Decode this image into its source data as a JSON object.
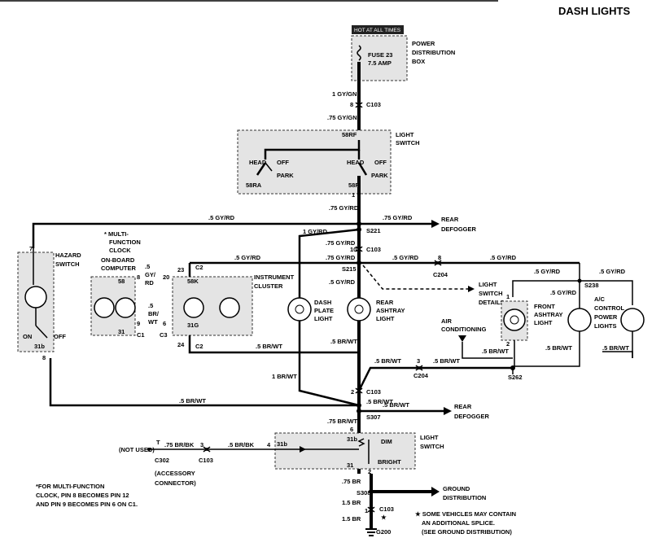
{
  "title": "DASH LIGHTS",
  "hot_label": "HOT AT ALL TIMES",
  "pdb": {
    "fuse": "FUSE 23",
    "amp": "7.5 AMP",
    "l1": "POWER",
    "l2": "DISTRIBUTION",
    "l3": "BOX"
  },
  "wire_1gygn": "1 GY/GN",
  "c103_top": {
    "pin": "8",
    "name": "C103"
  },
  "wire_75gygn": ".75 GY/GN",
  "light_switch_top": {
    "l1": "LIGHT",
    "l2": "SWITCH",
    "t58r": "58RF",
    "head1": "HEAD",
    "off1": "OFF",
    "park1": "PARK",
    "head2": "HEAD",
    "off2": "OFF",
    "park2": "PARK",
    "t58ra": "58RA",
    "t58r2": "58R",
    "pin1": "1"
  },
  "wires": {
    "w75gyrd_a": ".75 GY/RD",
    "w5gyrd_left": ".5 GY/RD",
    "w75gyrd_right": ".75 GY/RD",
    "w1gyrd": "1 GY/RD",
    "w75gyrd_b": ".75 GY/RD",
    "w75gyrd_c": ".75 GY/RD",
    "w5gyrd_ic": ".5 GY/RD",
    "w5gyrd_r1": ".5 GY/RD",
    "w5gyrd_r2": ".5 GY/RD",
    "w5gyrd_mid": ".5 GY/RD",
    "w5gyrd_fa": ".5 GY/RD",
    "w5gyrd_fa2": ".5 GY/RD",
    "w5gyrd_ac": ".5 GY/RD",
    "w5brwt_a": ".5 BR/WT",
    "w5brwt_b": ".5 BR/WT",
    "w5brwt_c": ".5 BR/WT",
    "w5brwt_d": ".5 BR/WT",
    "w5brwt_e": ".5 BR/WT",
    "w5brwt_f": ".5 BR/WT",
    "w1brwt": "1 BR/WT",
    "w5brwt_bot": ".5 BR/WT",
    "w5brwt_bot2": ".5 BR/WT",
    "w5brwt_rd": ".5 BR/WT",
    "w75brwt": ".75 BR/WT",
    "w75brbk": ".75 BR/BK",
    "w5brbk": ".5 BR/BK",
    "w75br": ".75 BR",
    "w15br_a": "1.5 BR",
    "w15br_b": "1.5 BR",
    "w5gyrd_cl": ".5",
    "w5gyrd_cl2": "GY/",
    "w5gyrd_cl3": "RD",
    "w5brwt_cl": ".5",
    "w5brwt_cl2": "BR/",
    "w5brwt_cl3": "WT"
  },
  "splices": {
    "s221": "S221",
    "s215": "S215",
    "s307": "S307",
    "s238": "S238",
    "s262": "S262",
    "s308": "S308"
  },
  "connectors": {
    "c103a": "C103",
    "c103a_pin": "10",
    "c204a": "C204",
    "c204a_pin": "8",
    "c204b": "C204",
    "c204b_pin": "3",
    "c103b": "C103",
    "c103b_pin": "2",
    "c2a": "C2",
    "c2b": "C2",
    "c1": "C1",
    "c3": "C3",
    "c103c": "C103",
    "c103c_pin": "3",
    "c302": "C302",
    "c302_pin": "T",
    "c103d": "C103",
    "c103d_pin": "1",
    "g200": "G200",
    "p23": "23",
    "p24": "24",
    "p8a": "8",
    "p9": "9",
    "p6": "6",
    "p20": "20",
    "p7": "7",
    "p8b": "8",
    "p4": "4",
    "p6b": "6",
    "p2": "2",
    "p1": "1",
    "p2b": "2"
  },
  "hazard": {
    "l1": "HAZARD",
    "l2": "SWITCH",
    "on": "ON",
    "off": "OFF",
    "t31b": "31b"
  },
  "clock": {
    "l1": "* MULTI-",
    "l2": "FUNCTION",
    "l3": "CLOCK",
    "l4": "ON-BOARD",
    "l5": "COMPUTER",
    "t58": "58",
    "t31": "31"
  },
  "cluster": {
    "l1": "INSTRUMENT",
    "l2": "CLUSTER",
    "t58": "58K",
    "t31": "31G"
  },
  "lamps": {
    "dash1": "DASH",
    "dash2": "PLATE",
    "dash3": "LIGHT",
    "rear1": "REAR",
    "rear2": "ASHTRAY",
    "rear3": "LIGHT",
    "front1": "FRONT",
    "front2": "ASHTRAY",
    "front3": "LIGHT",
    "ac1": "A/C",
    "ac2": "CONTROL",
    "ac3": "POWER",
    "ac4": "LIGHTS"
  },
  "rear_defogger_top": {
    "l1": "REAR",
    "l2": "DEFOGGER"
  },
  "rear_defogger_bot": {
    "l1": "REAR",
    "l2": "DEFOGGER"
  },
  "light_switch_details": {
    "l1": "LIGHT",
    "l2": "SWITCH",
    "l3": "DETAILS"
  },
  "air_cond": {
    "l1": "AIR",
    "l2": "CONDITIONING"
  },
  "light_switch_bot": {
    "l1": "LIGHT",
    "l2": "SWITCH",
    "t31b": "31b",
    "t31": "31",
    "dim": "DIM",
    "bright": "BRIGHT",
    "t6": "6",
    "t31b2": "31b"
  },
  "not_used": "(NOT USED)",
  "accessory": {
    "l1": "(ACCESSORY",
    "l2": "CONNECTOR)"
  },
  "ground_dist": {
    "l1": "GROUND",
    "l2": "DISTRIBUTION"
  },
  "footnote": {
    "l1": "*FOR MULTI-FUNCTION",
    "l2": "CLOCK, PIN 8 BECOMES PIN 12",
    "l3": "AND PIN 9 BECOMES PIN 6 ON C1."
  },
  "splice_note": {
    "l1": "★ SOME VEHICLES MAY CONTAIN",
    "l2": "AN ADDITIONAL SPLICE.",
    "l3": "(SEE GROUND DISTRIBUTION)"
  }
}
